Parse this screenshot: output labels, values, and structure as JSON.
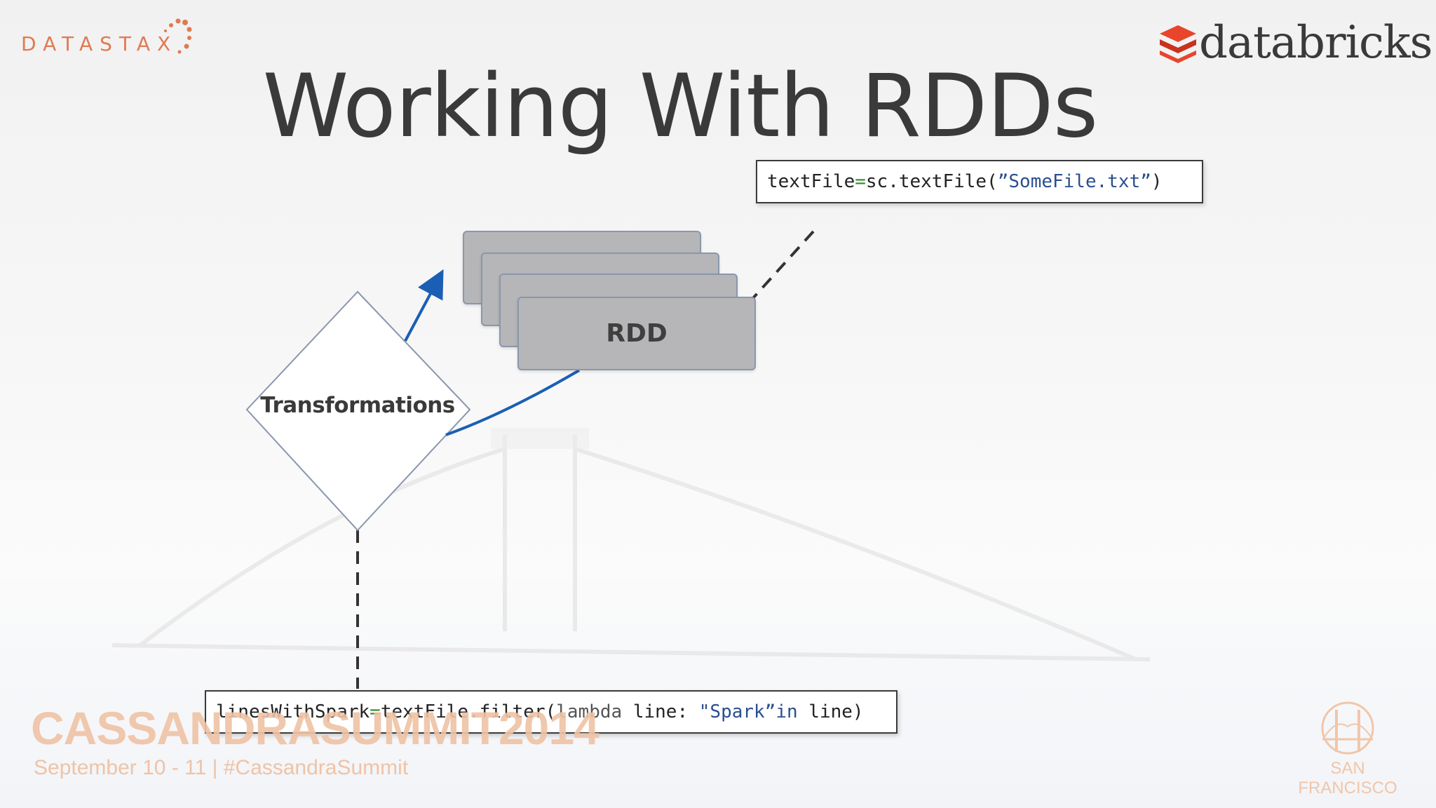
{
  "slide": {
    "title": "Working With RDDs"
  },
  "logos": {
    "datastax": "DATASTAX",
    "databricks": "databricks",
    "brand_colors": {
      "datastax": "#e07a52",
      "databricks": "#e8452c",
      "summit": "#efc3a5"
    }
  },
  "code": {
    "top": {
      "var": "textFile",
      "op": "=",
      "call": "sc.textFile(",
      "str": "”SomeFile.txt”",
      "close": ")"
    },
    "bottom": {
      "var": "linesWithSpark",
      "op": "=",
      "call": "textFile.filter(",
      "kw1": "lambda",
      "arg": " line: ",
      "str": "\"Spark”",
      "kw2": "in",
      "rest": " line)"
    }
  },
  "diagram": {
    "rdd_label": "RDD",
    "transform_label": "Transformations",
    "arrow_color": "#1a5fb4"
  },
  "footer": {
    "summit_title": "CASSANDRASUMMIT2014",
    "summit_subtitle": "September 10 - 11  |  #CassandraSummit",
    "location": "SAN FRANCISCO"
  }
}
